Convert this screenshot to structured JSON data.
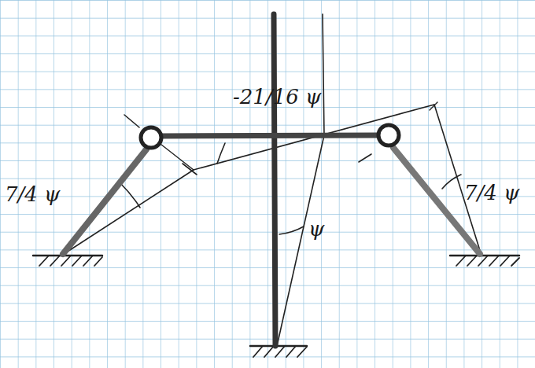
{
  "diagram": {
    "labels": [
      "7/4 ψ",
      "-21/16 ψ",
      "ψ",
      "7/4 ψ"
    ]
  }
}
